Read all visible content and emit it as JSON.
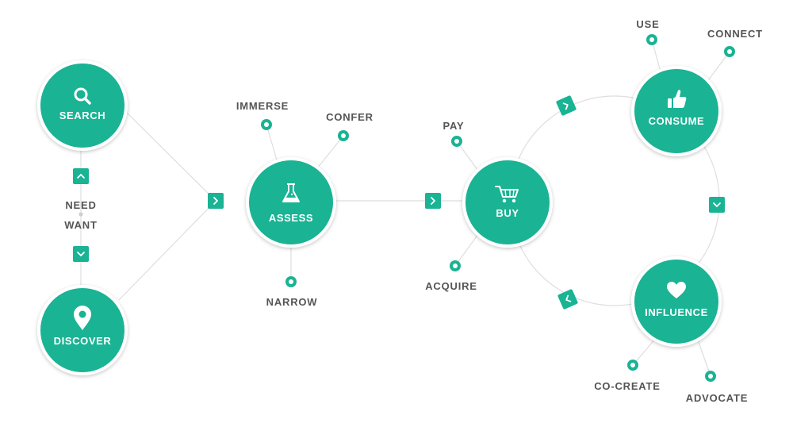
{
  "colors": {
    "accent": "#1ab394",
    "connector": "#dedede",
    "label": "#555555"
  },
  "stages": {
    "search": {
      "label": "SEARCH",
      "icon": "magnifier-icon"
    },
    "discover": {
      "label": "DISCOVER",
      "icon": "map-pin-icon"
    },
    "assess": {
      "label": "ASSESS",
      "icon": "flask-icon"
    },
    "buy": {
      "label": "BUY",
      "icon": "shopping-cart-icon"
    },
    "consume": {
      "label": "CONSUME",
      "icon": "thumbs-up-icon"
    },
    "influence": {
      "label": "INFLUENCE",
      "icon": "heart-icon"
    }
  },
  "steps": {
    "need": "NEED",
    "want": "WANT",
    "immerse": "IMMERSE",
    "confer": "CONFER",
    "narrow": "NARROW",
    "pay": "PAY",
    "acquire": "ACQUIRE",
    "use": "USE",
    "connect": "CONNECT",
    "co_create": "CO-CREATE",
    "advocate": "ADVOCATE"
  }
}
